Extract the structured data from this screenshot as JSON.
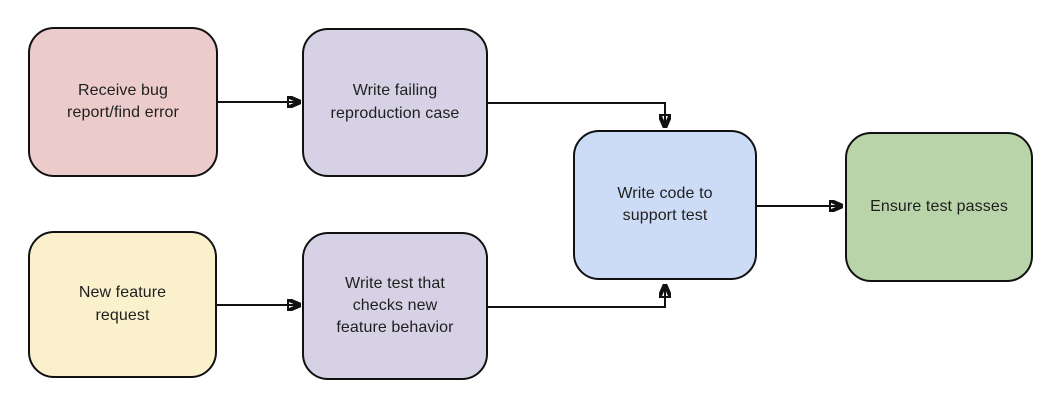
{
  "diagram": {
    "type": "flowchart",
    "background": "#ffffff",
    "border_color": "#111111",
    "text_color": "#1f1f1f",
    "arrow_color": "#111111",
    "nodes": [
      {
        "id": "receive-bug",
        "label": "Receive bug\nreport/find error",
        "fill": "#ecccca"
      },
      {
        "id": "write-failing-repro",
        "label": "Write failing\nreproduction case",
        "fill": "#d6d1e4"
      },
      {
        "id": "new-feature-request",
        "label": "New feature\nrequest",
        "fill": "#faf0cc"
      },
      {
        "id": "write-test-checks",
        "label": "Write test that\nchecks new\nfeature behavior",
        "fill": "#d6d1e4"
      },
      {
        "id": "write-code-support",
        "label": "Write code to\nsupport test",
        "fill": "#cddcf6"
      },
      {
        "id": "ensure-test-passes",
        "label": "Ensure test passes",
        "fill": "#bad4a9"
      }
    ],
    "edges": [
      {
        "from": "receive-bug",
        "to": "write-failing-repro"
      },
      {
        "from": "new-feature-request",
        "to": "write-test-checks"
      },
      {
        "from": "write-failing-repro",
        "to": "write-code-support"
      },
      {
        "from": "write-test-checks",
        "to": "write-code-support"
      },
      {
        "from": "write-code-support",
        "to": "ensure-test-passes"
      }
    ]
  }
}
